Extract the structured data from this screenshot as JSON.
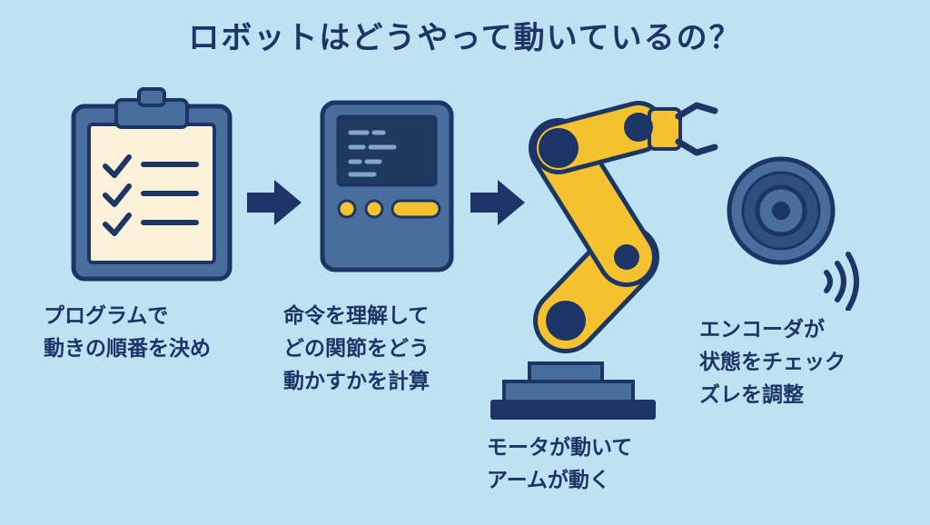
{
  "title": "ロボットはどうやって動いているの？",
  "steps": [
    {
      "icon": "clipboard-checklist-icon",
      "lines": [
        "プログラムで",
        "動きの順番を決め"
      ]
    },
    {
      "icon": "controller-icon",
      "lines": [
        "命令を理解して",
        "どの関節をどう",
        "動かすかを計算"
      ]
    },
    {
      "icon": "robot-arm-icon",
      "lines": [
        "モータが動いて",
        "アームが動く"
      ]
    },
    {
      "icon": "encoder-sensor-icon",
      "lines": [
        "エンコーダが",
        "状態をチェック",
        "ズレを調整"
      ]
    }
  ],
  "colors": {
    "background": "#bde3f3",
    "navy": "#1c3566",
    "steel": "#4a6e9c",
    "yellow": "#f4c12f",
    "cream": "#fbf1d8"
  }
}
